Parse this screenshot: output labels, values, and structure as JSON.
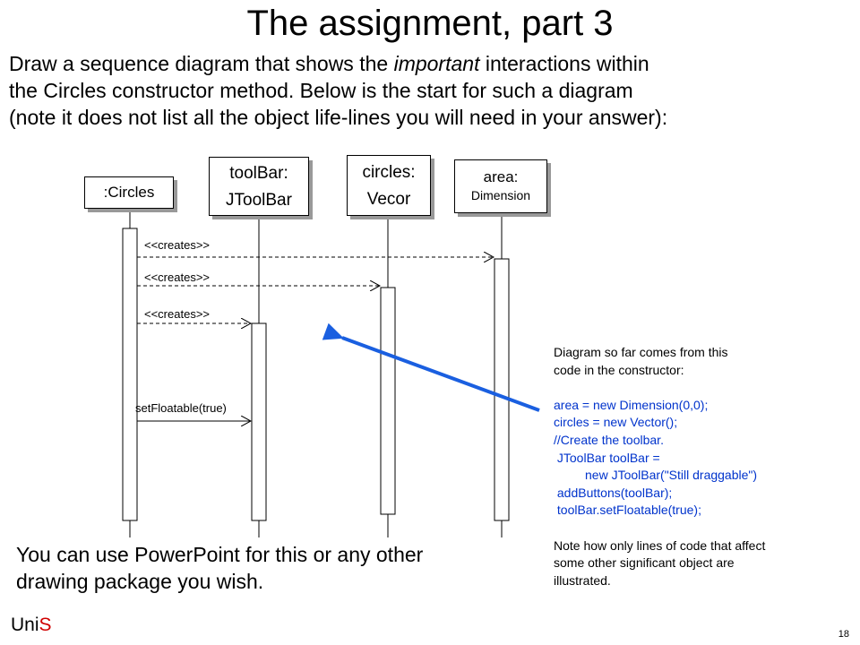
{
  "title": "The assignment, part 3",
  "intro": {
    "line1_a": "Draw a sequence diagram that shows the ",
    "line1_em": "important",
    "line1_b": " interactions within",
    "line2": "the Circles constructor method. Below is the start for such a diagram",
    "line3": "(note it does not list all the object life-lines you will need in your answer):"
  },
  "objects": {
    "circles_obj": {
      "label": ":Circles"
    },
    "toolbar": {
      "line1": "toolBar:",
      "line2": "JToolBar"
    },
    "vector": {
      "line1": "circles:",
      "line2": "Vecor"
    },
    "area": {
      "line1": "area:",
      "line2": "Dimension"
    }
  },
  "messages": {
    "creates_area": "<<creates>>",
    "creates_circles": "<<creates>>",
    "creates_toolbar": "<<creates>>",
    "set_floatable": "setFloatable(true)"
  },
  "note": {
    "intro1": "Diagram so far comes from this",
    "intro2": "code in the constructor:",
    "code1": "area = new Dimension(0,0);",
    "code2": "circles = new Vector();",
    "code3": "//Create the toolbar.",
    "code4": " JToolBar toolBar =",
    "code5": "         new JToolBar(\"Still draggable\")",
    "code6": " addButtons(toolBar);",
    "code7": " toolBar.setFloatable(true);",
    "outro1": "Note how only lines of code that affect",
    "outro2": "some other significant object are",
    "outro3": "illustrated."
  },
  "footer_line1": "You can use PowerPoint for this or any other",
  "footer_line2": "drawing package you wish.",
  "brand": {
    "uni": "Uni",
    "s": "S"
  },
  "page_number": "18",
  "colors": {
    "code": "#0033cc",
    "arrow": "#1a5fe0",
    "brand_s": "#d00000",
    "shadow": "#999999"
  }
}
